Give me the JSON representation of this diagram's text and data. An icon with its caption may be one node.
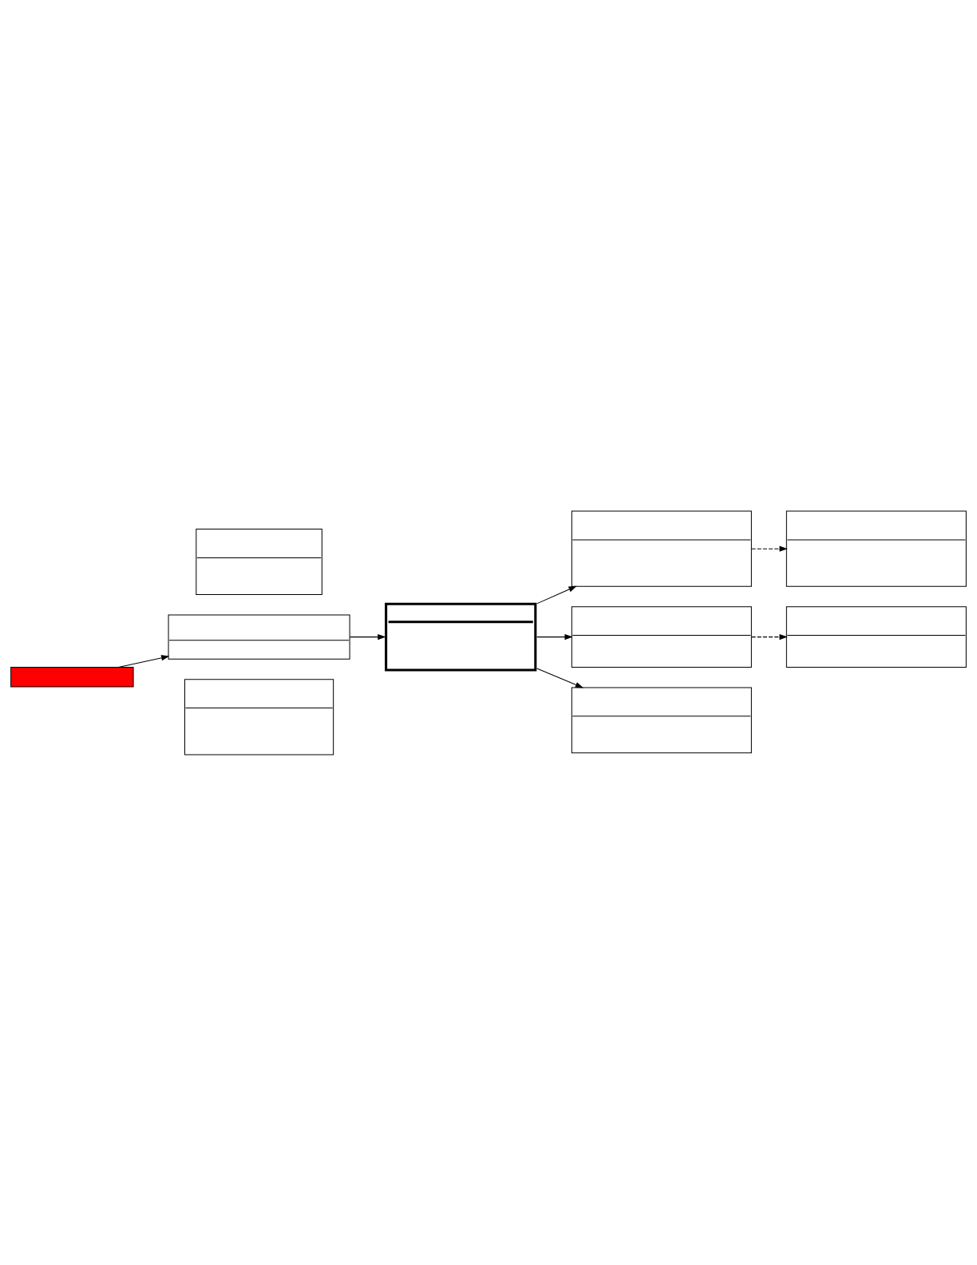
{
  "diagram": {
    "nodes": [
      {
        "text": [],
        "shape": "box"
      },
      {
        "text": [],
        "shape": "box"
      },
      {
        "text": [],
        "shape": "box"
      },
      {
        "text": [],
        "shape": "box"
      },
      {
        "text": [],
        "shape": "box"
      },
      {
        "text": [],
        "shape": "box"
      },
      {
        "text": [],
        "shape": "box"
      },
      {
        "text": [],
        "shape": "box"
      },
      {
        "text": [],
        "shape": "box"
      },
      {
        "text": [],
        "shape": "box"
      }
    ],
    "edges": [
      {
        "from": 0,
        "to": 1,
        "arrow": "to"
      },
      {
        "from": 1,
        "to": 6,
        "arrow": "to"
      },
      {
        "from": 6,
        "to": 2,
        "arrow": "to"
      },
      {
        "from": 6,
        "to": 4,
        "arrow": "to"
      },
      {
        "from": 6,
        "to": 7,
        "arrow": "to"
      },
      {
        "from": 2,
        "to": 3,
        "arrow": "to",
        "style": "dashed"
      },
      {
        "from": 4,
        "to": 5,
        "arrow": "to",
        "style": "dashed"
      }
    ]
  }
}
